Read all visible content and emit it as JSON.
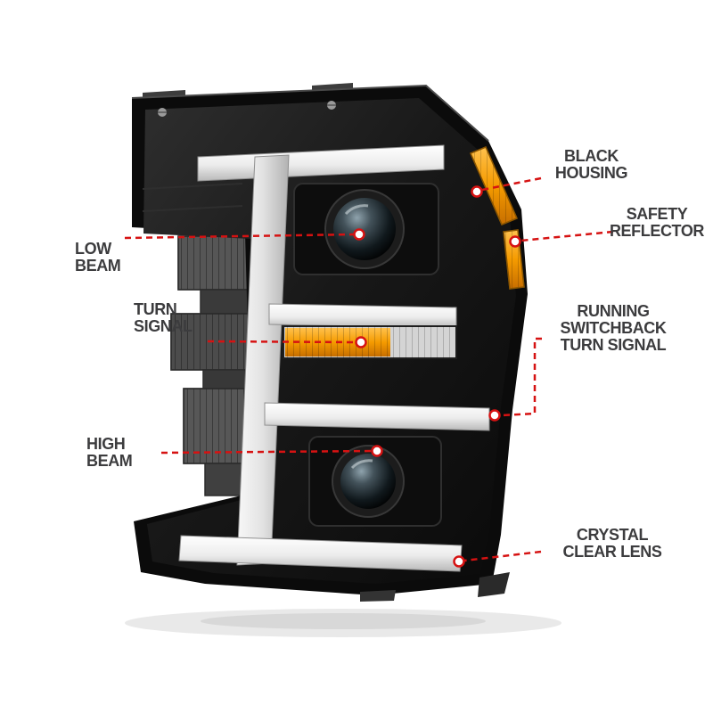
{
  "callouts": [
    {
      "id": "black-housing",
      "lines": [
        "BLACK",
        "HOUSING"
      ]
    },
    {
      "id": "safety-reflector",
      "lines": [
        "SAFETY",
        "REFLECTOR"
      ]
    },
    {
      "id": "low-beam",
      "lines": [
        "LOW",
        "BEAM"
      ]
    },
    {
      "id": "turn-signal",
      "lines": [
        "TURN",
        "SIGNAL"
      ]
    },
    {
      "id": "running-switchback-turn-signal",
      "lines": [
        "RUNNING",
        "SWITCHBACK",
        "TURN SIGNAL"
      ]
    },
    {
      "id": "high-beam",
      "lines": [
        "HIGH",
        "BEAM"
      ]
    },
    {
      "id": "crystal-clear-lens",
      "lines": [
        "CRYSTAL",
        "CLEAR LENS"
      ]
    }
  ],
  "colors": {
    "leader_red": "#d61212",
    "label_text": "#3c3c3e",
    "amber": "#f59b00",
    "housing_black": "#0b0b0b",
    "light_bar": "#ececec",
    "background": "#ffffff"
  }
}
